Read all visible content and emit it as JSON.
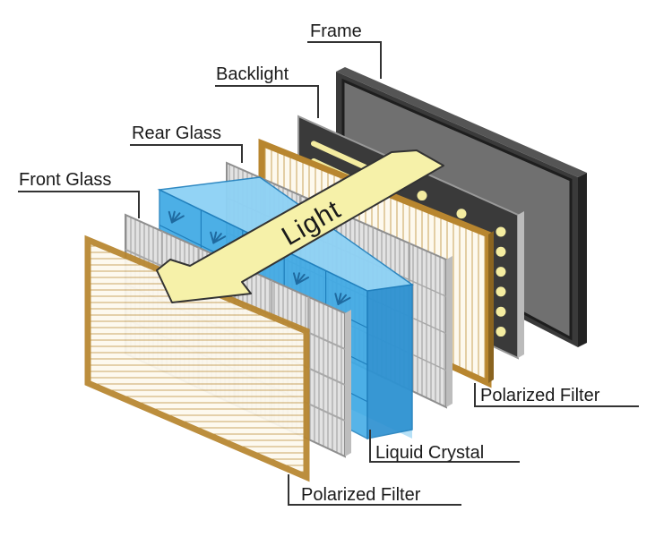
{
  "diagram": {
    "labels": {
      "frame": "Frame",
      "backlight": "Backlight",
      "rear_glass": "Rear Glass",
      "front_glass": "Front Glass",
      "polarized_filter_rear": "Polarized Filter",
      "liquid_crystal": "Liquid Crystal",
      "polarized_filter_front": "Polarized Filter"
    },
    "arrow_text": "Light",
    "colors": {
      "frame_border": "#1e1e1e",
      "frame_panel": "#707070",
      "backlight_panel": "#3a3a3a",
      "backlight_leds": "#f4eca0",
      "filter_border": "#b8862f",
      "filter_fill": "#fdf9ee",
      "glass_fill": "#dcdcdc",
      "glass_lines": "#9a9a9a",
      "liquid_crystal": "#2f9ee0",
      "arrow_fill": "#f6f1a9",
      "arrow_stroke": "#333333",
      "leader_lines": "#333333"
    }
  }
}
